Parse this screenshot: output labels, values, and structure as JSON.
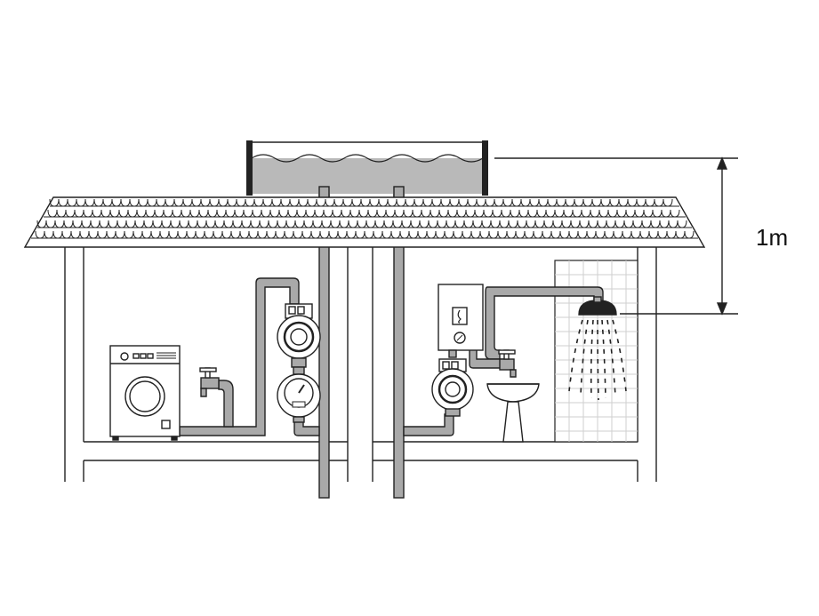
{
  "diagram": {
    "height_label": "1m",
    "colors": {
      "outline": "#222222",
      "pipe_fill": "#a9a9a9",
      "water_fill": "#b9b9b9",
      "background": "#ffffff",
      "device_fill": "#ffffff",
      "tile_grid": "#cfcfcf"
    },
    "components": [
      "rooftop-water-tank",
      "tiled-roof",
      "washing-machine",
      "wall-tap-left",
      "booster-pump-left",
      "pressure-gauge",
      "water-heater",
      "booster-pump-right",
      "wall-tap-right",
      "washbasin",
      "shower-head",
      "tiled-shower-wall",
      "height-dimension-line"
    ]
  }
}
